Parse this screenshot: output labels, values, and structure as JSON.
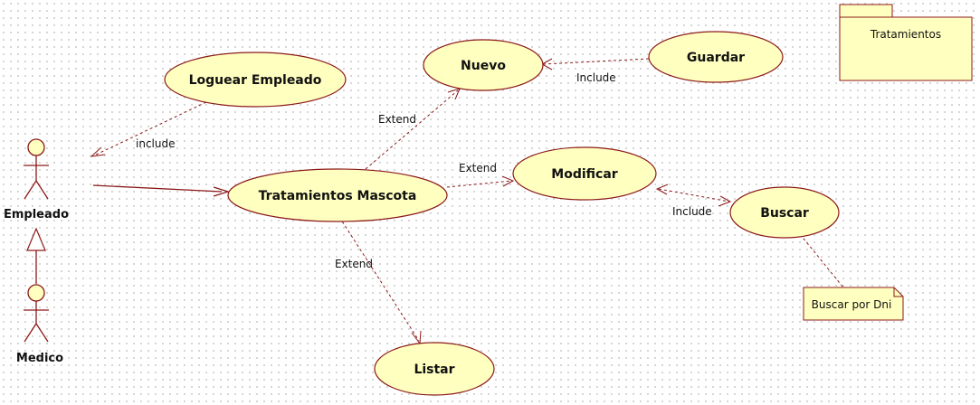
{
  "colors": {
    "usecase_fill": "#ffffc0",
    "line": "#8b1a1a",
    "outline": "#8b1a1a"
  },
  "actors": {
    "empleado": "Empleado",
    "medico": "Medico"
  },
  "usecases": {
    "loguear": "Loguear Empleado",
    "nuevo": "Nuevo",
    "guardar": "Guardar",
    "tratamientos": "Tratamientos Mascota",
    "modificar": "Modificar",
    "buscar": "Buscar",
    "listar": "Listar"
  },
  "relations": {
    "include_loguear": "include",
    "extend_nuevo": "Extend",
    "include_guardar": "Include",
    "extend_modificar": "Extend",
    "include_buscar": "Include",
    "extend_listar": "Extend"
  },
  "package": {
    "label": "Tratamientos"
  },
  "note": {
    "text": "Buscar por Dni"
  }
}
